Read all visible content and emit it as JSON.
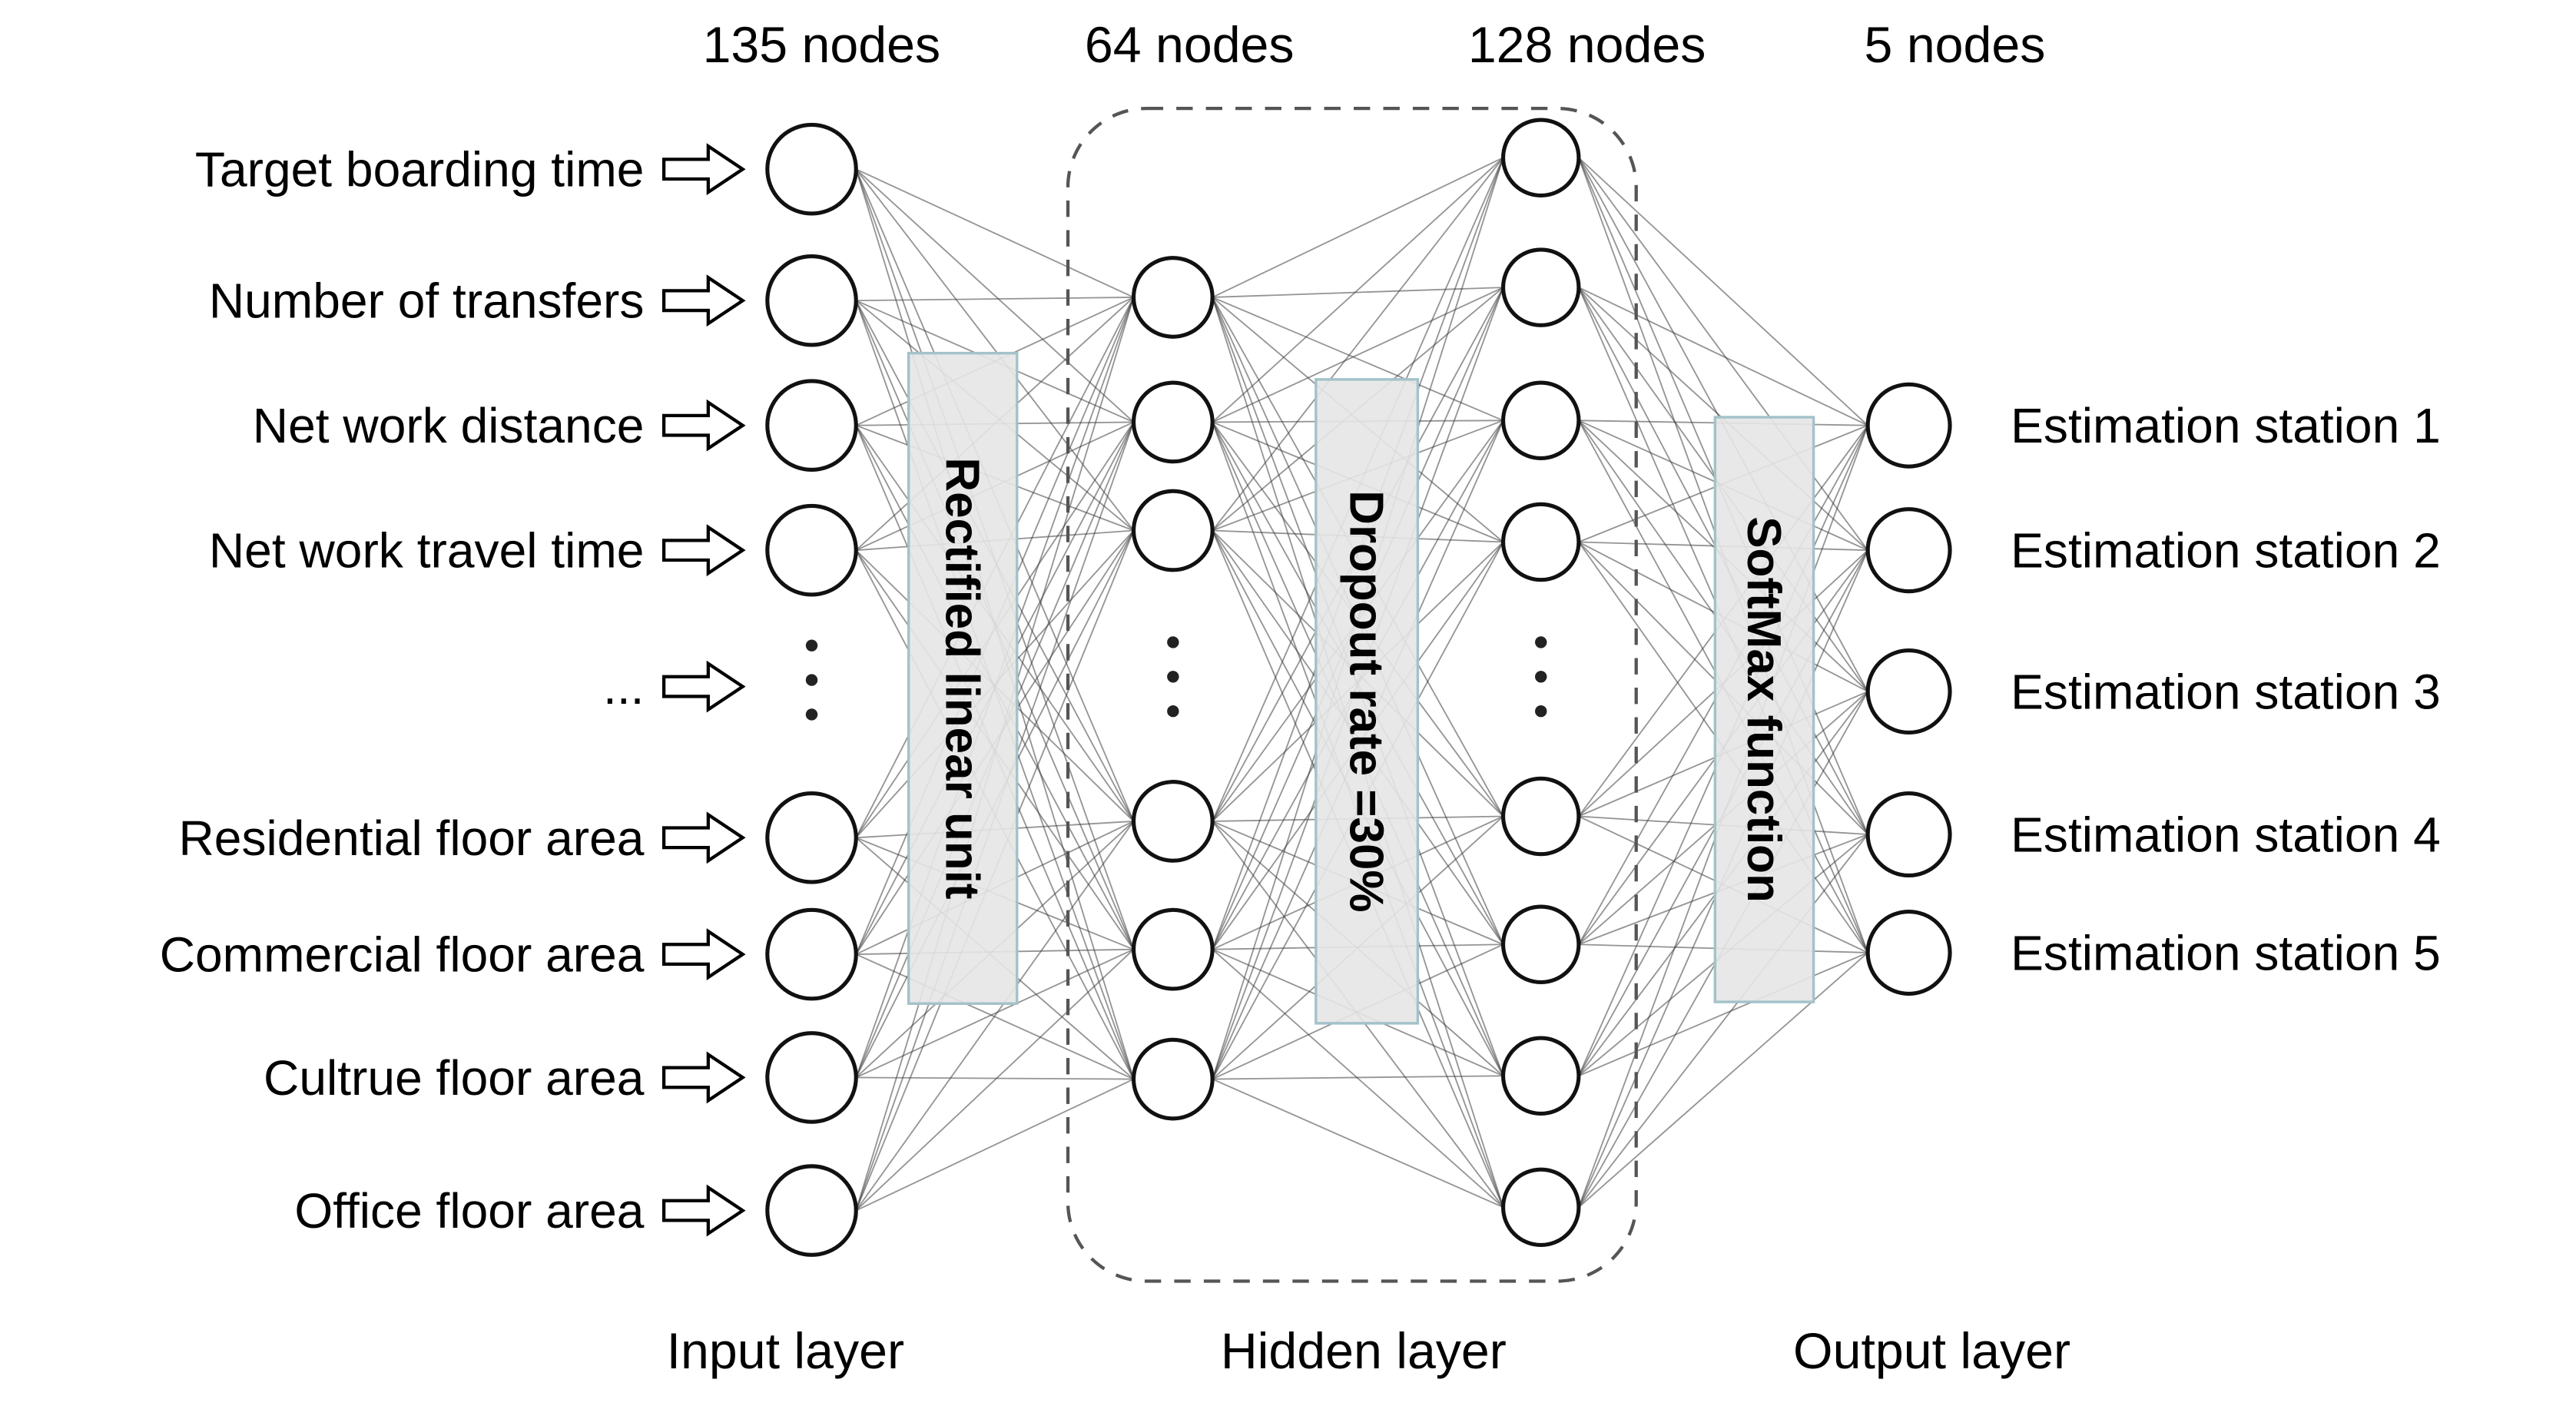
{
  "header": {
    "input_count": "135 nodes",
    "hidden1_count": "64 nodes",
    "hidden2_count": "128 nodes",
    "output_count": "5 nodes"
  },
  "footer": {
    "input_layer": "Input layer",
    "hidden_layer": "Hidden layer",
    "output_layer": "Output layer"
  },
  "inputs": [
    "Target boarding time",
    "Number of transfers",
    "Net work distance",
    "Net work travel time",
    "...",
    "Residential floor area",
    "Commercial floor area",
    "Cultrue floor area",
    "Office floor area"
  ],
  "outputs": [
    "Estimation station 1",
    "Estimation station 2",
    "Estimation station 3",
    "Estimation station 4",
    "Estimation station 5"
  ],
  "operations": {
    "relu": "Rectified linear unit",
    "dropout": "Dropout rate =30%",
    "softmax": "SoftMax function"
  },
  "colors": {
    "edge": "#3c3c3c",
    "node_fill": "#ffffff",
    "node_stroke": "#111111",
    "box_fill": "#e6e6e6",
    "box_border": "#a3c2c9",
    "dashed_border": "#555555",
    "text": "#000000"
  }
}
